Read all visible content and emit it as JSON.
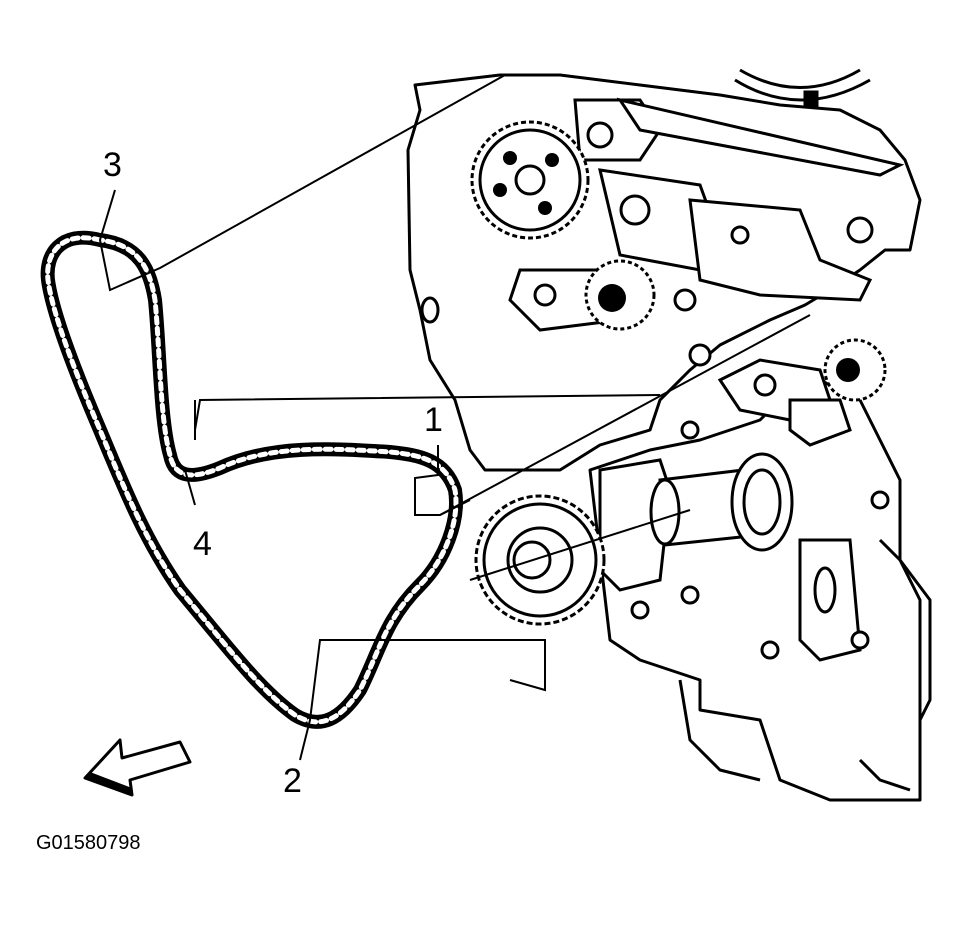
{
  "callouts": {
    "c1": "1",
    "c2": "2",
    "c3": "3",
    "c4": "4"
  },
  "figure_id": "G01580798",
  "colors": {
    "ink": "#000000",
    "paper": "#ffffff"
  },
  "icons": {
    "arrow": "direction-arrow-icon"
  }
}
